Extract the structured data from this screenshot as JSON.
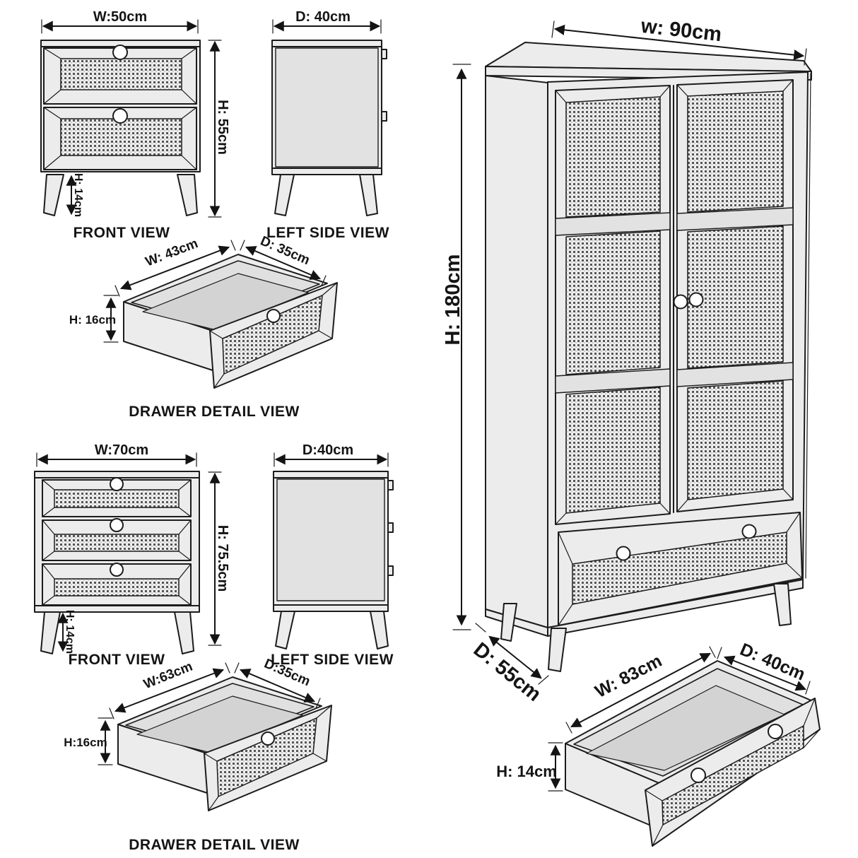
{
  "title": "Furniture dimension diagram",
  "views": {
    "nightstand_front": {
      "caption": "FRONT VIEW",
      "width": "W:50cm",
      "height": "H: 55cm",
      "leg_height": "H: 14cm"
    },
    "nightstand_side": {
      "caption": "LEFT SIDE VIEW",
      "depth": "D: 40cm"
    },
    "nightstand_drawer": {
      "caption": "DRAWER DETAIL VIEW",
      "width": "W: 43cm",
      "depth": "D: 35cm",
      "height": "H: 16cm"
    },
    "chest_front": {
      "caption": "FRONT VIEW",
      "width": "W:70cm",
      "height": "H: 75.5cm",
      "leg_height": "H: 14cm"
    },
    "chest_side": {
      "caption": "LEFT SIDE VIEW",
      "depth": "D:40cm"
    },
    "chest_drawer": {
      "caption": "DRAWER DETAIL VIEW",
      "width": "W:63cm",
      "depth": "D:35cm",
      "height": "H:16cm"
    },
    "wardrobe": {
      "width": "w: 90cm",
      "height": "H: 180cm",
      "depth": "D: 55cm"
    },
    "wardrobe_drawer": {
      "width": "W: 83cm",
      "depth": "D: 40cm",
      "height": "H: 14cm"
    }
  },
  "colors": {
    "line": "#1c1c1c",
    "panel_fill": "#ececec",
    "interior_fill": "#e2e2e2",
    "floor_fill": "#d3d3d3",
    "mesh_dot": "#565656",
    "background": "#ffffff"
  }
}
